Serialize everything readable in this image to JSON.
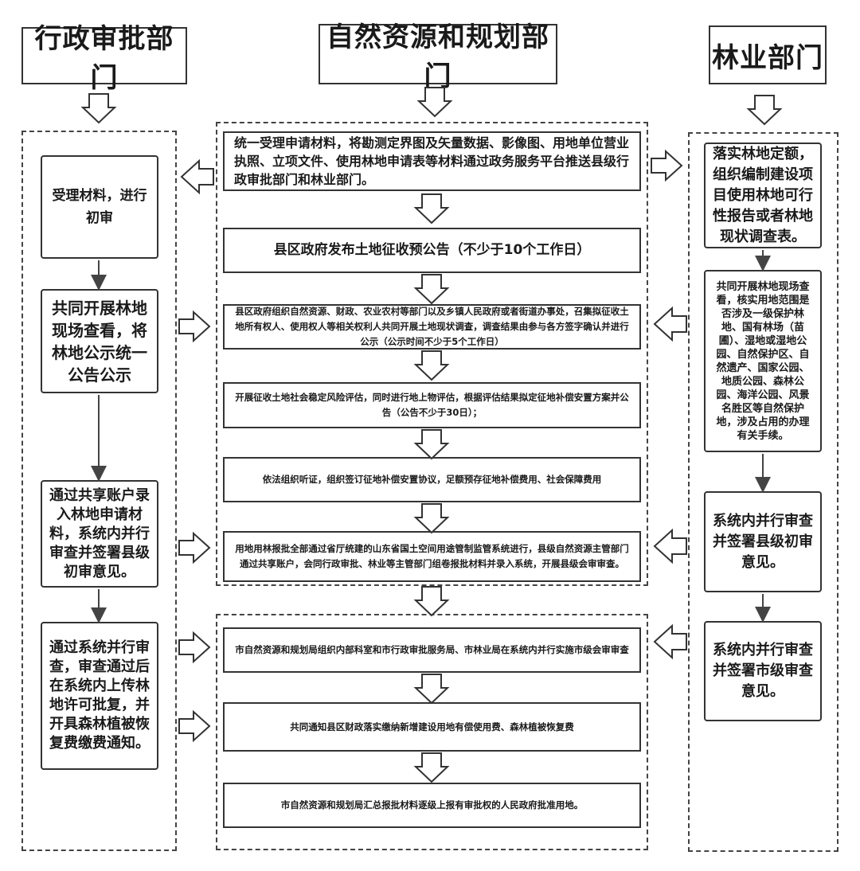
{
  "headers": {
    "admin": "行政审批部门",
    "natural": "自然资源和规划部门",
    "forestry": "林业部门"
  },
  "left": [
    "受理材料，进行初审",
    "共同开展林地现场查看，将林地公示统一公告公示",
    "通过共享账户录入林地申请材料，系统内并行审查并签署县级初审意见。",
    "通过系统并行审查，审查通过后在系统内上传林地许可批复，并开具森林植被恢复费缴费通知。"
  ],
  "center": [
    "统一受理申请材料，将勘测定界图及矢量数据、影像图、用地单位营业执照、立项文件、使用林地申请表等材料通过政务服务平台推送县级行政审批部门和林业部门。",
    "县区政府发布土地征收预公告（不少于10个工作日）",
    "县区政府组织自然资源、财政、农业农村等部门以及乡镇人民政府或者街道办事处，召集拟征收土地所有权人、使用权人等相关权利人共同开展土地现状调查，调查结果由参与各方签字确认并进行公示（公示时间不少于5个工作日）",
    "开展征收土地社会稳定风险评估，同时进行地上物评估，根据评估结果拟定征地补偿安置方案并公告（公告不少于30日）；",
    "依法组织听证，组织签订征地补偿安置协议，足额预存征地补偿费用、社会保障费用",
    "用地用林报批全部通过省厅统建的山东省国土空间用途管制监管系统进行，县级自然资源主管部门通过共享账户，会同行政审批、林业等主管部门组卷报批材料并录入系统，开展县级会审审查。",
    "市自然资源和规划局组织内部科室和市行政审批服务局、市林业局在系统内并行实施市级会审审查",
    "共同通知县区财政落实缴纳新增建设用地有偿使用费、森林植被恢复费",
    "市自然资源和规划局汇总报批材料逐级上报有审批权的人民政府批准用地。"
  ],
  "right": [
    "落实林地定额，组织编制建设项目使用林地可行性报告或者林地现状调查表。",
    "共同开展林地现场查看，核实用地范围是否涉及一级保护林地、国有林场（苗圃）、湿地或湿地公园、自然保护区、自然遗产、国家公园、地质公园、森林公园、海洋公园、风景名胜区等自然保护地，涉及占用的办理有关手续。",
    "系统内并行审查并签署县级初审意见。",
    "系统内并行审查并签署市级审查意见。"
  ]
}
